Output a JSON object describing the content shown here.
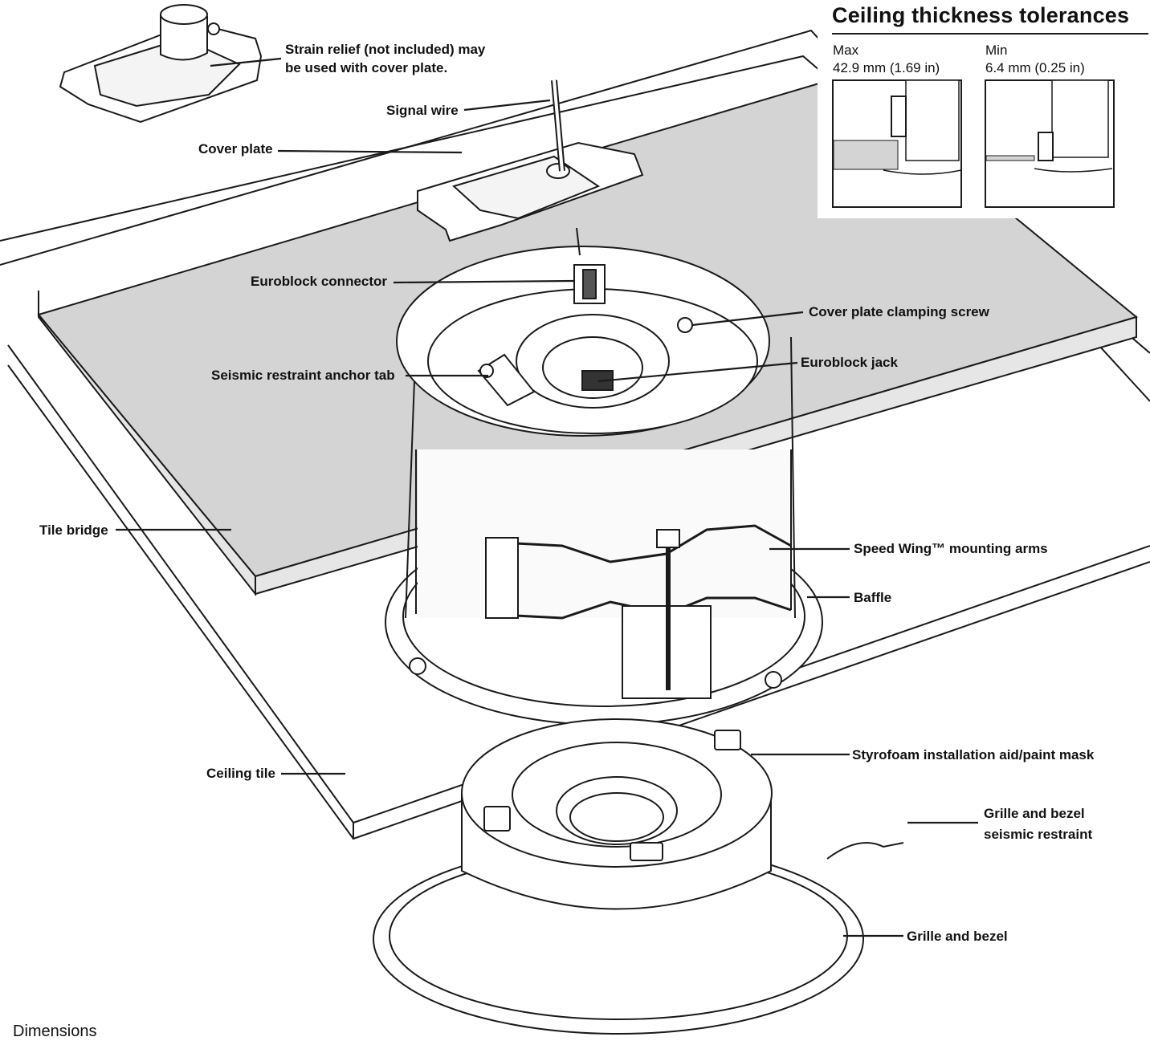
{
  "labels": {
    "strain_relief": "Strain relief (not included) may",
    "strain_relief_2": "be used with cover plate.",
    "signal_wire": "Signal wire",
    "cover_plate": "Cover plate",
    "euroblock_connector": "Euroblock connector",
    "cover_plate_clamping_screw": "Cover plate clamping screw",
    "seismic_restraint_anchor_tab": "Seismic restraint anchor tab",
    "euroblock_jack": "Euroblock jack",
    "tile_bridge": "Tile bridge",
    "speed_wing": "Speed Wing™ mounting arms",
    "baffle": "Baffle",
    "styrofoam": "Styrofoam installation aid/paint mask",
    "ceiling_tile": "Ceiling tile",
    "grille_seismic_1": "Grille and bezel",
    "grille_seismic_2": "seismic restraint",
    "grille_and_bezel": "Grille and bezel",
    "footer_partial": "Dimensions"
  },
  "inset": {
    "title": "Ceiling thickness tolerances",
    "max_label": "Max",
    "max_value": "42.9 mm (1.69 in)",
    "min_label": "Min",
    "min_value": "6.4 mm (0.25 in)"
  },
  "colors": {
    "tile_bridge_fill": "#d4d4d4",
    "line": "#1a1a1a",
    "background": "#ffffff"
  }
}
